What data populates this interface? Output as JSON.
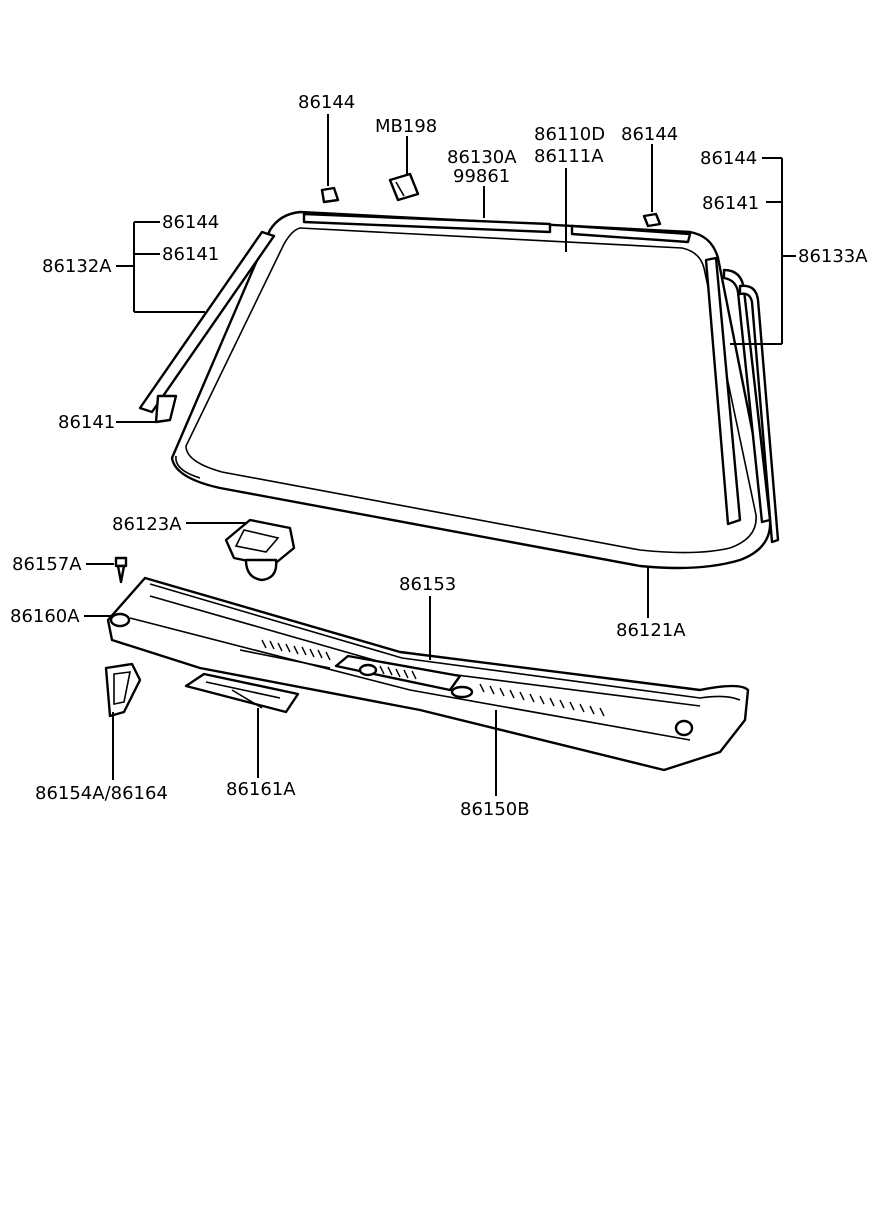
{
  "labels": {
    "p86144_top": "86144",
    "mb198": "MB198",
    "p86130a": "86130A",
    "p99861": "99861",
    "p86110d": "86110D",
    "p86111a": "86111A",
    "p86144_topright": "86144",
    "p86144_right": "86144",
    "p86141_right": "86141",
    "p86133a": "86133A",
    "p86144_left": "86144",
    "p86141_left": "86141",
    "p86132a": "86132A",
    "p86141_lower": "86141",
    "p86123a": "86123A",
    "p86157a": "86157A",
    "p86160a": "86160A",
    "p86153": "86153",
    "p86121a": "86121A",
    "p86154a_86164": "86154A/86164",
    "p86161a": "86161A",
    "p86150b": "86150B"
  }
}
